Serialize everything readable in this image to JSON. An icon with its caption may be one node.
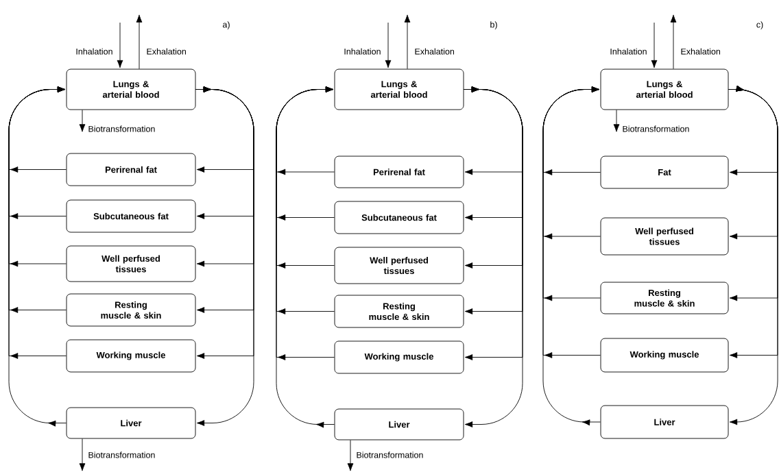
{
  "diagram": {
    "nodes": [
      {
        "text": [
          "Lungs & arterial blood"
        ]
      },
      {
        "text": [
          "Perirenal fat"
        ]
      },
      {
        "text": [
          "Subcutaneous fat"
        ]
      },
      {
        "text": [
          "Well perfused tissues"
        ]
      },
      {
        "text": [
          "Resting muscle & skin"
        ]
      },
      {
        "text": [
          "Working muscle"
        ]
      },
      {
        "text": [
          "Liver"
        ]
      },
      {
        "text": [
          "Lungs & arterial blood"
        ]
      },
      {
        "text": [
          "Perirenal fat"
        ]
      },
      {
        "text": [
          "Subcutaneous fat"
        ]
      },
      {
        "text": [
          "Well perfused tissues"
        ]
      },
      {
        "text": [
          "Resting muscle & skin"
        ]
      },
      {
        "text": [
          "Working muscle"
        ]
      },
      {
        "text": [
          "Liver"
        ]
      },
      {
        "text": [
          "Lungs & arterial blood"
        ]
      },
      {
        "text": [
          "Fat"
        ]
      },
      {
        "text": [
          "Well perfused tissues"
        ]
      },
      {
        "text": [
          "Resting muscle & skin"
        ]
      },
      {
        "text": [
          "Working muscle"
        ]
      },
      {
        "text": [
          "Liver"
        ]
      }
    ],
    "edges": [
      {
        "from": null,
        "to": 0,
        "arrow": "to",
        "label": "Inhalation"
      },
      {
        "from": 0,
        "to": null,
        "arrow": "to",
        "label": "Exhalation"
      },
      {
        "from": 0,
        "to": null,
        "arrow": "to",
        "label": "Biotransformation"
      },
      {
        "from": 0,
        "to": 1,
        "arrow": "to"
      },
      {
        "from": 0,
        "to": 2,
        "arrow": "to"
      },
      {
        "from": 0,
        "to": 3,
        "arrow": "to"
      },
      {
        "from": 0,
        "to": 4,
        "arrow": "to"
      },
      {
        "from": 0,
        "to": 5,
        "arrow": "to"
      },
      {
        "from": 0,
        "to": 6,
        "arrow": "to"
      },
      {
        "from": 1,
        "to": 0,
        "arrow": "to"
      },
      {
        "from": 2,
        "to": 0,
        "arrow": "to"
      },
      {
        "from": 3,
        "to": 0,
        "arrow": "to"
      },
      {
        "from": 4,
        "to": 0,
        "arrow": "to"
      },
      {
        "from": 5,
        "to": 0,
        "arrow": "to"
      },
      {
        "from": 6,
        "to": 0,
        "arrow": "to"
      },
      {
        "from": 6,
        "to": null,
        "arrow": "to",
        "label": "Biotransformation"
      },
      {
        "from": null,
        "to": 7,
        "arrow": "to",
        "label": "Inhalation"
      },
      {
        "from": 7,
        "to": null,
        "arrow": "to",
        "label": "Exhalation"
      },
      {
        "from": 7,
        "to": 8,
        "arrow": "to"
      },
      {
        "from": 7,
        "to": 9,
        "arrow": "to"
      },
      {
        "from": 7,
        "to": 10,
        "arrow": "to"
      },
      {
        "from": 7,
        "to": 11,
        "arrow": "to"
      },
      {
        "from": 7,
        "to": 12,
        "arrow": "to"
      },
      {
        "from": 7,
        "to": 13,
        "arrow": "to"
      },
      {
        "from": 8,
        "to": 7,
        "arrow": "to"
      },
      {
        "from": 9,
        "to": 7,
        "arrow": "to"
      },
      {
        "from": 10,
        "to": 7,
        "arrow": "to"
      },
      {
        "from": 11,
        "to": 7,
        "arrow": "to"
      },
      {
        "from": 12,
        "to": 7,
        "arrow": "to"
      },
      {
        "from": 13,
        "to": 7,
        "arrow": "to"
      },
      {
        "from": 13,
        "to": null,
        "arrow": "to",
        "label": "Biotransformation"
      },
      {
        "from": null,
        "to": 14,
        "arrow": "to",
        "label": "Inhalation"
      },
      {
        "from": 14,
        "to": null,
        "arrow": "to",
        "label": "Exhalation"
      },
      {
        "from": 14,
        "to": null,
        "arrow": "to",
        "label": "Biotransformation"
      },
      {
        "from": 14,
        "to": 15,
        "arrow": "to"
      },
      {
        "from": 14,
        "to": 16,
        "arrow": "to"
      },
      {
        "from": 14,
        "to": 17,
        "arrow": "to"
      },
      {
        "from": 14,
        "to": 18,
        "arrow": "to"
      },
      {
        "from": 14,
        "to": 19,
        "arrow": "to"
      },
      {
        "from": 15,
        "to": 14,
        "arrow": "to"
      },
      {
        "from": 16,
        "to": 14,
        "arrow": "to"
      },
      {
        "from": 17,
        "to": 14,
        "arrow": "to"
      },
      {
        "from": 18,
        "to": 14,
        "arrow": "to"
      },
      {
        "from": 19,
        "to": 14,
        "arrow": "to"
      }
    ],
    "labels": [
      "a)",
      "b)",
      "c)"
    ]
  }
}
